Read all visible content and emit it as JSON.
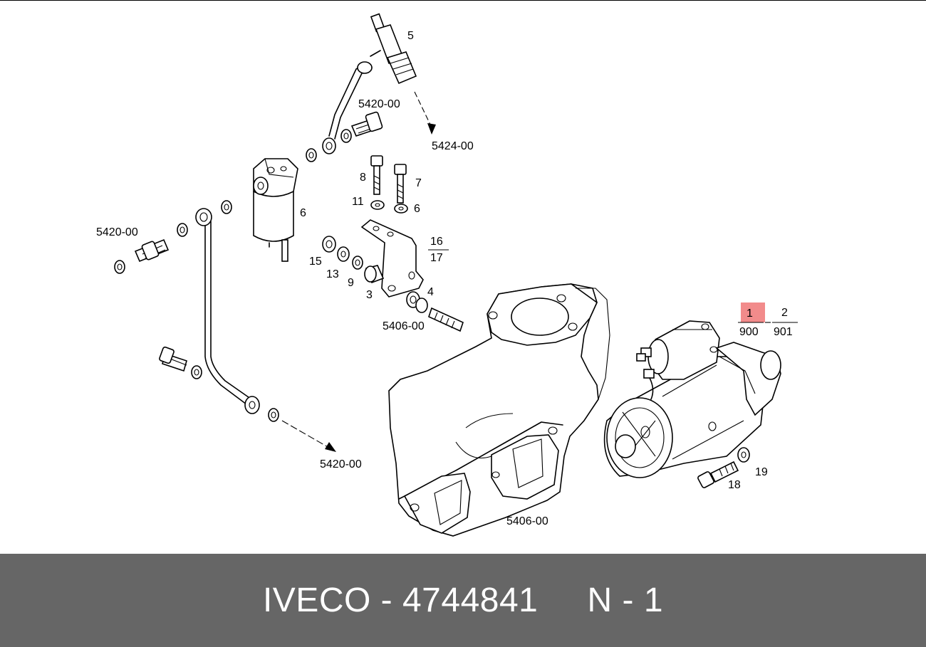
{
  "diagram": {
    "callouts": {
      "c5": "5",
      "c5420_top": "5420-00",
      "c5424": "5424-00",
      "c8": "8",
      "c7": "7",
      "c11": "11",
      "c6a": "6",
      "c6b": "6",
      "c5420_left": "5420-00",
      "c16": "16",
      "c17": "17",
      "c15": "15",
      "c13": "13",
      "c9": "9",
      "c3": "3",
      "c4": "4",
      "c5406_mid": "5406-00",
      "c1": "1",
      "c2": "2",
      "c900": "900",
      "c901": "901",
      "c19": "19",
      "c18": "18",
      "c5420_bottom": "5420-00",
      "c5406_bottom": "5406-00"
    },
    "highlight_color": "#f28b8b"
  },
  "footer": {
    "text": "IVECO - 4744841     N - 1",
    "background": "#666666",
    "text_color": "#ffffff"
  }
}
